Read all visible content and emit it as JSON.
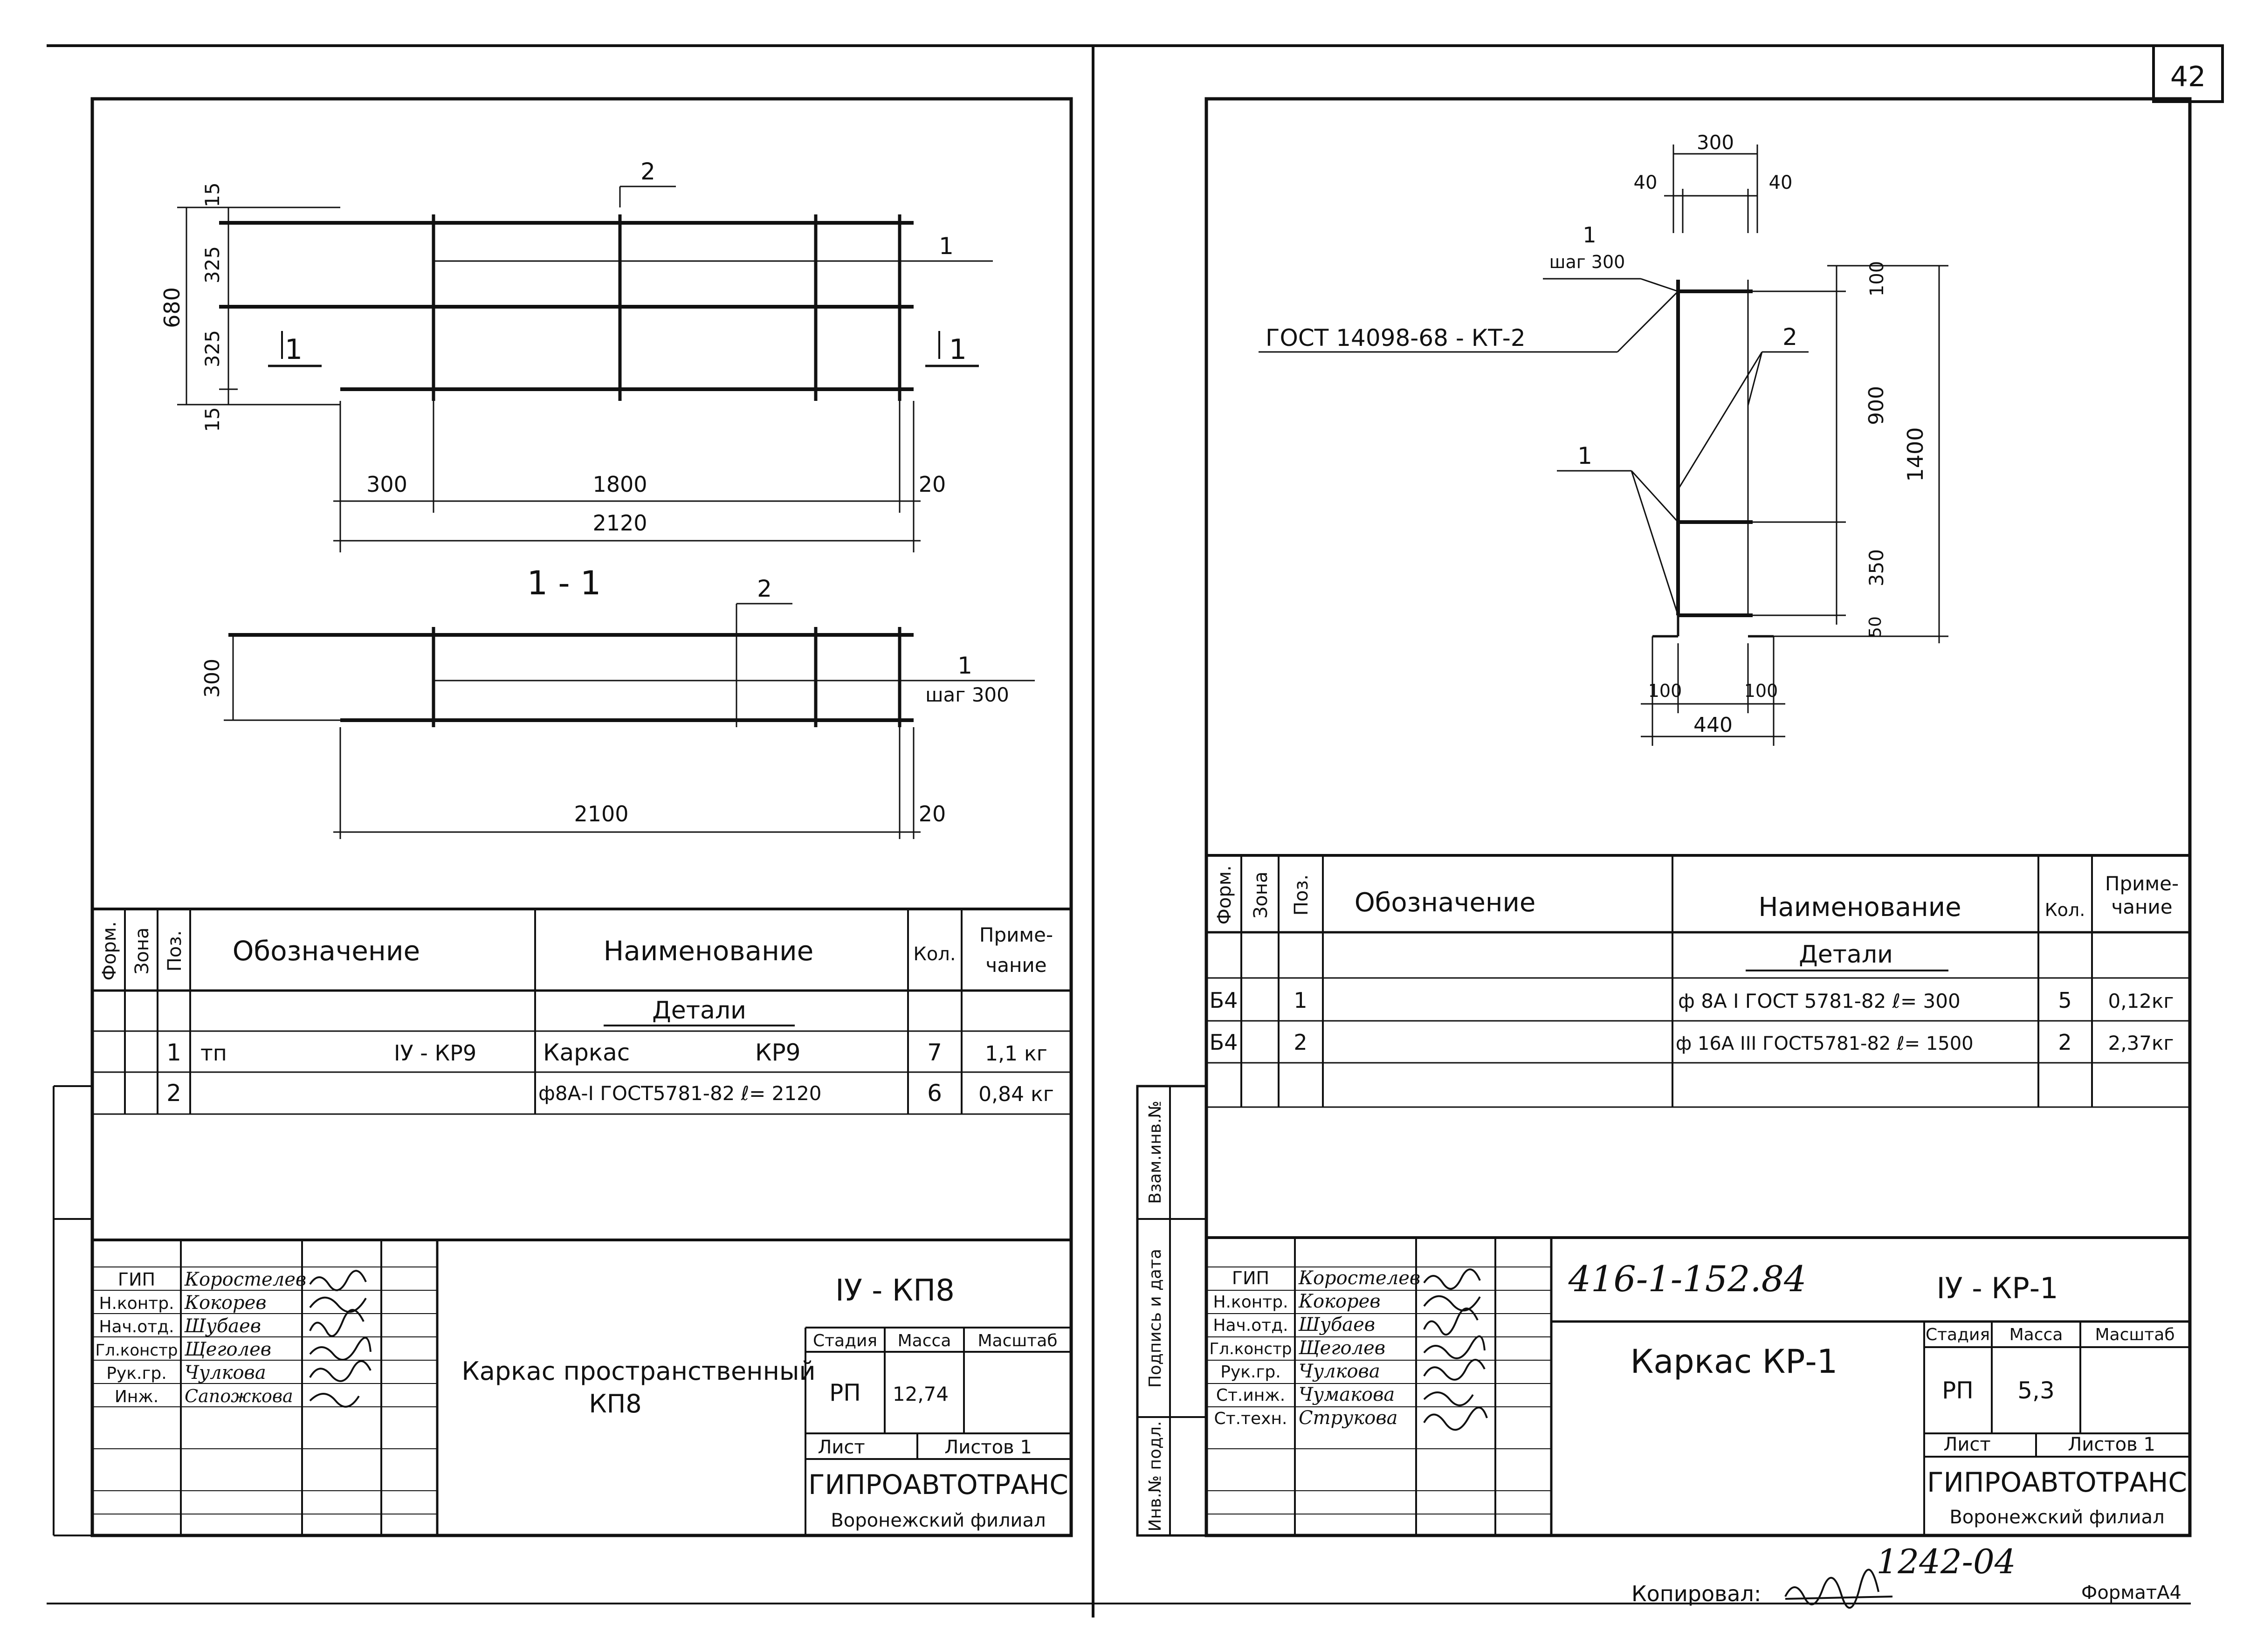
{
  "page": {
    "page_number": "42",
    "inventory_number": "1242-04",
    "copied_by_label": "Копировал:",
    "format_label": "ФорматА4"
  },
  "left_sheet": {
    "plan_view": {
      "dims": {
        "top_15": "15",
        "upper_325": "325",
        "lower_325": "325",
        "bottom_15": "15",
        "overall_680": "680",
        "d300": "300",
        "d1800": "1800",
        "d20": "20",
        "d2120": "2120"
      },
      "callout_2": "2",
      "callout_1": "1",
      "section_mark_left": "1",
      "section_mark_right": "1"
    },
    "section": {
      "title": "1 - 1",
      "callout_2": "2",
      "callout_1": "1",
      "step_note": "шаг 300",
      "height_dim": "300",
      "d2100": "2100",
      "d20": "20"
    },
    "spec": {
      "headers": {
        "form": "Форм.",
        "zone": "Зона",
        "pos": "Поз.",
        "designation": "Обозначение",
        "name": "Наименование",
        "qty": "Кол.",
        "note": "Приме-чание"
      },
      "note_header_lines": [
        "Приме-",
        "чание"
      ],
      "section_title": "Детали",
      "rows": [
        {
          "form": "",
          "zone": "",
          "pos": "1",
          "designation": "тп",
          "designation_ref": "IУ - КР9",
          "name": "Каркас",
          "name_ref": "КР9",
          "qty": "7",
          "note": "1,1 кг"
        },
        {
          "form": "",
          "zone": "",
          "pos": "2",
          "designation": "",
          "designation_ref": "",
          "name": "ф8А-I ГОСТ5781-82 ℓ= 2120",
          "name_ref": "",
          "qty": "6",
          "note": "0,84 кг"
        }
      ]
    },
    "title_block": {
      "roles": [
        {
          "role": "ГИП",
          "name": "Коростелев"
        },
        {
          "role": "Н.контр.",
          "name": "Кокорев"
        },
        {
          "role": "Нач.отд.",
          "name": "Шубаев"
        },
        {
          "role": "Гл.констр",
          "name": "Щеголев"
        },
        {
          "role": "Рук.гр.",
          "name": "Чулкова"
        },
        {
          "role": "Инж.",
          "name": "Сапожкова"
        }
      ],
      "code": "IУ - КП8",
      "title_line1": "Каркас пространственный",
      "title_line2": "КП8",
      "stage_label": "Стадия",
      "mass_label": "Масса",
      "scale_label": "Масштаб",
      "stage": "РП",
      "mass": "12,74",
      "sheet_label": "Лист",
      "sheets_label": "Листов 1",
      "org": "ГИПРОАВТОТРАНС",
      "branch": "Воронежский филиал"
    }
  },
  "right_sheet": {
    "drawing": {
      "d300": "300",
      "d40_left": "40",
      "d40_right": "40",
      "callout_1_top": "1",
      "step_note": "шаг 300",
      "gost_ref": "ГОСТ 14098-68 - КТ-2",
      "callout_2": "2",
      "callout_1_mid": "1",
      "d100_top": "100",
      "d900": "900",
      "d350": "350",
      "d50": "50",
      "d1400": "1400",
      "d100_left": "100",
      "d100_right": "100",
      "d440": "440"
    },
    "spec": {
      "headers": {
        "form": "Форм.",
        "zone": "Зона",
        "pos": "Поз.",
        "designation": "Обозначение",
        "name": "Наименование",
        "qty": "Кол.",
        "note": "Приме-чание"
      },
      "note_header_lines": [
        "Приме-",
        "чание"
      ],
      "section_title": "Детали",
      "rows": [
        {
          "form": "Б4",
          "zone": "",
          "pos": "1",
          "designation": "",
          "name": "ф 8А I ГОСТ 5781-82 ℓ= 300",
          "qty": "5",
          "note": "0,12кг"
        },
        {
          "form": "Б4",
          "zone": "",
          "pos": "2",
          "designation": "",
          "name": "ф 16А III ГОСТ5781-82 ℓ= 1500",
          "qty": "2",
          "note": "2,37кг"
        }
      ]
    },
    "side_stamp": {
      "inv_no": "Инв.№ подл.",
      "sign_date": "Подпись и дата",
      "replace_inv": "Взам.инв.№"
    },
    "title_block": {
      "roles": [
        {
          "role": "ГИП",
          "name": "Коростелев"
        },
        {
          "role": "Н.контр.",
          "name": "Кокорев"
        },
        {
          "role": "Нач.отд.",
          "name": "Шубаев"
        },
        {
          "role": "Гл.констр",
          "name": "Щеголев"
        },
        {
          "role": "Рук.гр.",
          "name": "Чулкова"
        },
        {
          "role": "Ст.инж.",
          "name": "Чумакова"
        },
        {
          "role": "Ст.техн.",
          "name": "Струкова"
        }
      ],
      "doc_number": "416-1-152.84",
      "code": "IУ - КР-1",
      "title": "Каркас КР-1",
      "stage_label": "Стадия",
      "mass_label": "Масса",
      "scale_label": "Масштаб",
      "stage": "РП",
      "mass": "5,3",
      "sheet_label": "Лист",
      "sheets_label": "Листов 1",
      "org": "ГИПРОАВТОТРАНС",
      "branch": "Воронежский филиал"
    }
  }
}
